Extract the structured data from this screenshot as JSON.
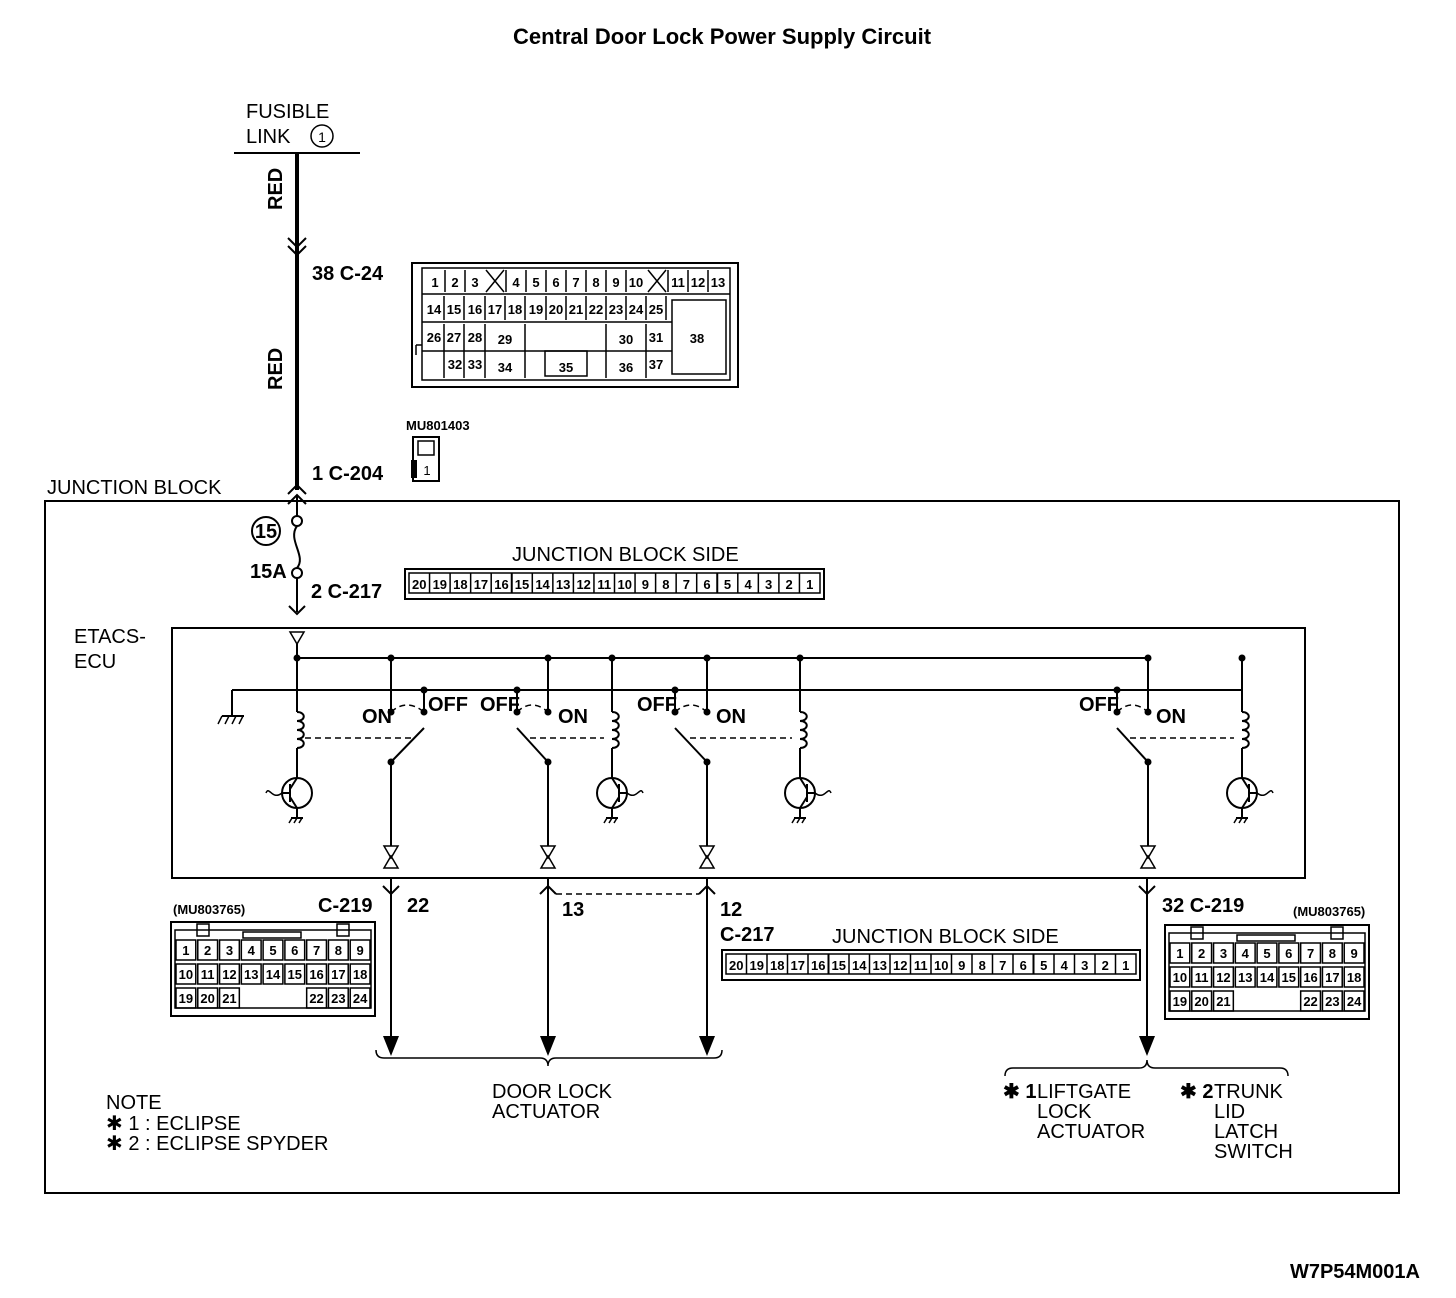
{
  "title": "Central Door Lock Power Supply Circuit",
  "figure_id": "W7P54M001A",
  "fusible_link": {
    "line1": "FUSIBLE",
    "line2": "LINK",
    "number": "1"
  },
  "wire_colors": {
    "upper": "RED",
    "lower": "RED"
  },
  "junction_block_label": "JUNCTION BLOCK",
  "etacs_label": {
    "line1": "ETACS-",
    "line2": "ECU"
  },
  "fuse": {
    "number": "15",
    "rating": "15A"
  },
  "terminals": {
    "c24": "38 C-24",
    "c204": "1 C-204",
    "c217_top": "2 C-217",
    "t22": "22",
    "c219_left": "C-219",
    "t13": "13",
    "t12": "12",
    "c217_bottom": "C-217",
    "c219_right": "32 C-219"
  },
  "part_numbers": {
    "c204_part": "MU801403",
    "c219_left_part": "(MU803765)",
    "c219_right_part": "(MU803765)"
  },
  "connector_c24": {
    "row1": [
      "1",
      "2",
      "3",
      "4",
      "5",
      "6",
      "7",
      "8",
      "9",
      "10",
      "11",
      "12",
      "13"
    ],
    "row2": [
      "14",
      "15",
      "16",
      "17",
      "18",
      "19",
      "20",
      "21",
      "22",
      "23",
      "24",
      "25"
    ],
    "row3": [
      "26",
      "27",
      "28",
      "29",
      "30",
      "31",
      "38"
    ],
    "row4": [
      "32",
      "33",
      "34",
      "35",
      "36",
      "37"
    ]
  },
  "connector_c204": {
    "pin": "1"
  },
  "junction_block_side_label": "JUNCTION BLOCK SIDE",
  "connector_c217_pins": [
    "20",
    "19",
    "18",
    "17",
    "16",
    "15",
    "14",
    "13",
    "12",
    "11",
    "10",
    "9",
    "8",
    "7",
    "6",
    "5",
    "4",
    "3",
    "2",
    "1"
  ],
  "connector_c219_rows": {
    "row1": [
      "1",
      "2",
      "3",
      "4",
      "5",
      "6",
      "7",
      "8",
      "9"
    ],
    "row2": [
      "10",
      "11",
      "12",
      "13",
      "14",
      "15",
      "16",
      "17",
      "18"
    ],
    "row3": [
      "19",
      "20",
      "21",
      "22",
      "23",
      "24"
    ]
  },
  "switch_labels": {
    "s1_on": "ON",
    "s1_off": "OFF",
    "s2_off": "OFF",
    "s2_on": "ON",
    "s3_off": "OFF",
    "s3_on": "ON",
    "s4_off": "OFF",
    "s4_on": "ON"
  },
  "door_lock_actuator": {
    "line1": "DOOR LOCK",
    "line2": "ACTUATOR"
  },
  "liftgate": {
    "mark": "✱ 1",
    "line1": "LIFTGATE",
    "line2": "LOCK",
    "line3": "ACTUATOR"
  },
  "trunk": {
    "mark": "✱ 2",
    "line1": "TRUNK",
    "line2": "LID",
    "line3": "LATCH",
    "line4": "SWITCH"
  },
  "note": {
    "title": "NOTE",
    "line1": "✱ 1 : ECLIPSE",
    "line2": "✱ 2 : ECLIPSE SPYDER"
  }
}
